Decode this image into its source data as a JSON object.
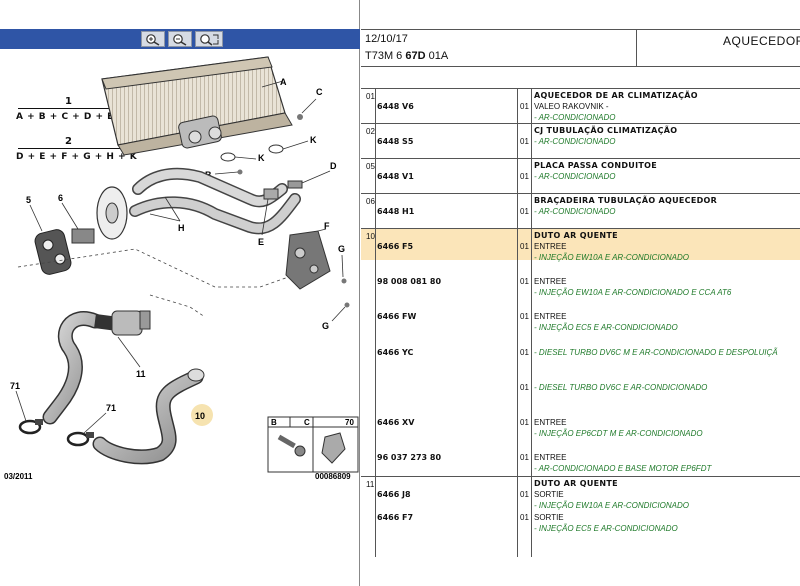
{
  "diagram": {
    "formula1_num": "1",
    "formula1": "A + B + C + D + E + K",
    "formula2_num": "2",
    "formula2": "D + E + F + G + H + K",
    "labels": [
      "A",
      "C",
      "K",
      "K",
      "B",
      "D",
      "E",
      "5",
      "6",
      "H",
      "F",
      "G",
      "G",
      "11",
      "71",
      "71",
      "10",
      "B",
      "C",
      "70"
    ],
    "date_code": "03/2011",
    "image_code": "00086809",
    "zoom_icons": [
      "zoom-in-icon",
      "zoom-out-icon",
      "zoom-fit-icon"
    ]
  },
  "header": {
    "date": "12/10/17",
    "model_prefix": "T73M 6 ",
    "model_bold": "67D",
    "model_suffix": " 01A",
    "title": "AQUECEDOR"
  },
  "groups": [
    {
      "index": "01",
      "title": "AQUECEDOR DE AR CLIMATIZAÇÃO",
      "lines": [
        {
          "ref": "6448 V6",
          "qty": "01",
          "text": "VALEO RAKOVNIK -",
          "sub": "- AR-CONDICIONADO"
        }
      ]
    },
    {
      "index": "02",
      "title": "CJ TUBULAÇÃO CLIMATIZAÇÃO",
      "lines": [
        {
          "ref": "6448 S5",
          "qty": "01",
          "text": "",
          "sub": "- AR-CONDICIONADO"
        }
      ]
    },
    {
      "index": "05",
      "title": "PLACA PASSA CONDUITOE",
      "lines": [
        {
          "ref": "6448 V1",
          "qty": "01",
          "text": "",
          "sub": "- AR-CONDICIONADO"
        }
      ]
    },
    {
      "index": "06",
      "title": "BRAÇADEIRA TUBULAÇÃO AQUECEDOR",
      "lines": [
        {
          "ref": "6448 H1",
          "qty": "01",
          "text": "",
          "sub": "- AR-CONDICIONADO"
        }
      ]
    },
    {
      "index": "10",
      "title": "DUTO AR QUENTE",
      "lines": [
        {
          "ref": "6466 F5",
          "qty": "01",
          "text": "ENTREE",
          "sub": "- INJEÇÃO EW10A E AR-CONDICIONADO"
        },
        {
          "ref": "98 008 081 80",
          "qty": "01",
          "text": "ENTREE",
          "sub": "- INJEÇÃO EW10A E AR-CONDICIONADO E CCA AT6"
        },
        {
          "ref": "6466 FW",
          "qty": "01",
          "text": "ENTREE",
          "sub": "- INJEÇÃO EC5 E AR-CONDICIONADO"
        },
        {
          "ref": "6466 YC",
          "qty": "01",
          "text": "",
          "sub": "- DIESEL TURBO DV6C M E AR-CONDICIONADO E DESPOLUIÇÃ"
        },
        {
          "ref": "",
          "qty": "01",
          "text": "",
          "sub": "- DIESEL TURBO DV6C E AR-CONDICIONADO"
        },
        {
          "ref": "6466 XV",
          "qty": "01",
          "text": "ENTREE",
          "sub": "- INJEÇÃO EP6CDT M E AR-CONDICIONADO"
        },
        {
          "ref": "96 037 273 80",
          "qty": "01",
          "text": "ENTREE",
          "sub": "- AR-CONDICIONADO E BASE MOTOR EP6FDT"
        }
      ]
    },
    {
      "index": "11",
      "title": "DUTO AR QUENTE",
      "lines": [
        {
          "ref": "6466 J8",
          "qty": "01",
          "text": "SORTIE",
          "sub": "- INJEÇÃO EW10A E AR-CONDICIONADO"
        },
        {
          "ref": "6466 F7",
          "qty": "01",
          "text": "SORTIE",
          "sub": "- INJEÇÃO EC5 E AR-CONDICIONADO"
        }
      ]
    }
  ],
  "colors": {
    "toolbar": "#2f55a6",
    "highlight": "#fbe5b9",
    "sub_text": "#1f7a2a",
    "callout_10": "#f6e3b0"
  }
}
